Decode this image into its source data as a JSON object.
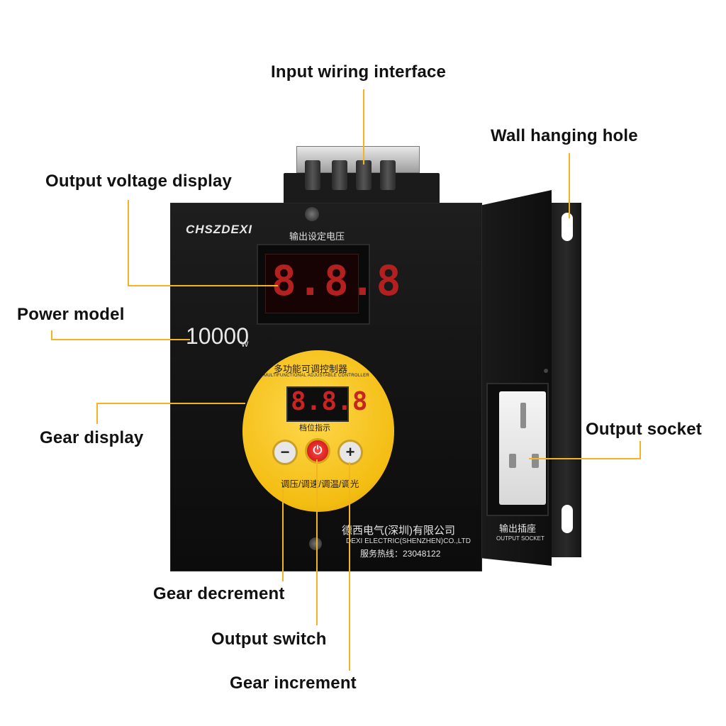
{
  "labels": {
    "input_wiring": "Input wiring interface",
    "wall_hole": "Wall hanging hole",
    "output_voltage": "Output voltage display",
    "power_model": "Power model",
    "gear_display": "Gear display",
    "output_socket": "Output socket",
    "gear_decrement": "Gear decrement",
    "output_switch": "Output switch",
    "gear_increment": "Gear increment"
  },
  "device": {
    "brand": "CHSZDEXI",
    "voltage_cn": "输出设定电压",
    "voltage_readout": "8.8.8",
    "power_model": "10000",
    "power_unit": "W",
    "dial_title": "多功能可调控制器",
    "dial_subtitle": "MULTIFUNCTIONAL ADJUSTABLE CONTROLLER",
    "gear_readout": "8.8.8",
    "gear_cn": "档位指示",
    "minus_symbol": "−",
    "power_symbol": "⏻",
    "plus_symbol": "+",
    "dial_modes": "调压/调速/调温/调光",
    "company_cn": "德西电气(深圳)有限公司",
    "company_en": "DEXI ELECTRIC(SHENZHEN)CO.,LTD",
    "hotline": "服务热线：23048122",
    "socket_cn": "输出插座",
    "socket_en": "OUTPUT SOCKET"
  },
  "colors": {
    "leader": "#f2b51f",
    "dial_yellow": "#f3bd12",
    "display_red": "#b22020"
  }
}
